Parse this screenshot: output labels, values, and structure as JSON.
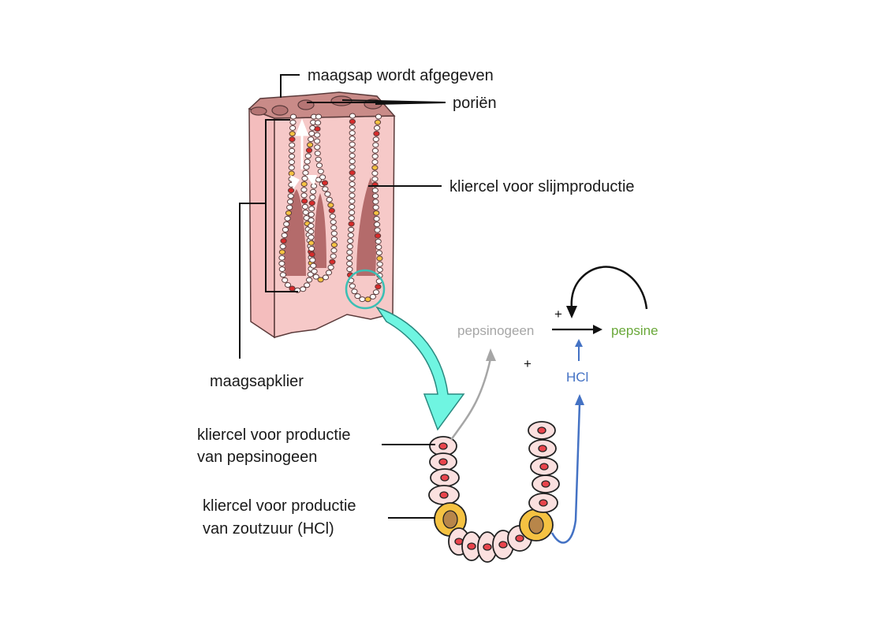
{
  "labels": {
    "secretion": "maagsap wordt afgegeven",
    "pores": "poriën",
    "mucus_cell": "kliercel voor slijmproductie",
    "gastric_gland": "maagsapklier",
    "pepsinogen_cell_line1": "kliercel voor productie",
    "pepsinogen_cell_line2": "van pepsinogeen",
    "hcl_cell_line1": "kliercel voor productie",
    "hcl_cell_line2": "van zoutzuur (HCl)"
  },
  "reaction": {
    "pepsinogen": "pepsinogeen",
    "pepsine": "pepsine",
    "hcl": "HCl",
    "plus_top": "+",
    "plus_mid": "+"
  },
  "colors": {
    "tissue_light": "#f6c9c8",
    "tissue_mid": "#e5a8a6",
    "tissue_top": "#c98b88",
    "gland_dark": "#a85a5a",
    "cell_pink": "#fbe0df",
    "nucleus_red": "#e8444c",
    "parietal_yellow": "#f5c242",
    "mucus_red": "#d72b2b",
    "zoom_arrow": "#6ff5e1",
    "pepsinogen_gray": "#a6a6a6",
    "pepsine_green": "#6aa83a",
    "hcl_blue": "#4472c4"
  }
}
